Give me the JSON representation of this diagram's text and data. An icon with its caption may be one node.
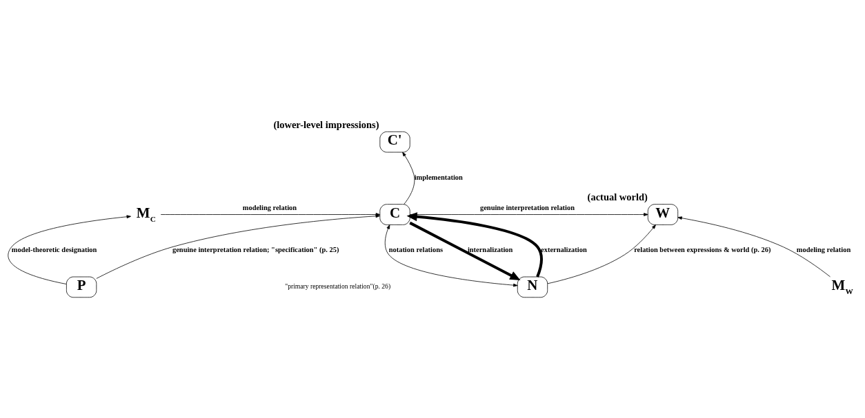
{
  "diagram": {
    "nodes": [
      {
        "text": [
          "C'"
        ],
        "beside": [
          "(lower-level impressions)"
        ]
      },
      {
        "text": [
          "M$_{C}$"
        ]
      },
      {
        "text": [
          "C"
        ]
      },
      {
        "text": [
          "W"
        ],
        "beside": [
          "(actual world)"
        ]
      },
      {
        "text": [
          "P"
        ]
      },
      {
        "text": [
          "N"
        ]
      },
      {
        "text": [
          "M$_{W}$"
        ]
      }
    ],
    "edges": [
      {
        "from": 2,
        "to": 0,
        "arrow": "to",
        "label": "implementation"
      },
      {
        "from": 1,
        "to": 2,
        "arrow": "to",
        "label": "modeling relation"
      },
      {
        "from": 2,
        "to": 3,
        "arrow": "to",
        "label": "genuine interpretation relation"
      },
      {
        "from": 4,
        "to": 1,
        "arrow": "to",
        "label": "model-theoretic designation"
      },
      {
        "from": 4,
        "to": 2,
        "arrow": "to",
        "label": "genuine interpretation relation; \"specification\" (p. 25)"
      },
      {
        "from": 2,
        "to": 5,
        "arrow": "both",
        "label": "notation relations"
      },
      {
        "from": 5,
        "to": 2,
        "arrow": "to",
        "label": "externalization",
        "style": "thick"
      },
      {
        "from": 2,
        "to": 5,
        "arrow": "to",
        "label": "internalization",
        "style": "thick"
      },
      {
        "from": 5,
        "to": 3,
        "arrow": "to",
        "label": "relation between expressions & world (p. 26)"
      },
      {
        "from": 6,
        "to": 3,
        "arrow": "to",
        "label": "modeling relation"
      }
    ],
    "labels": [
      "\"primary representation relation\"(p. 26)"
    ]
  }
}
